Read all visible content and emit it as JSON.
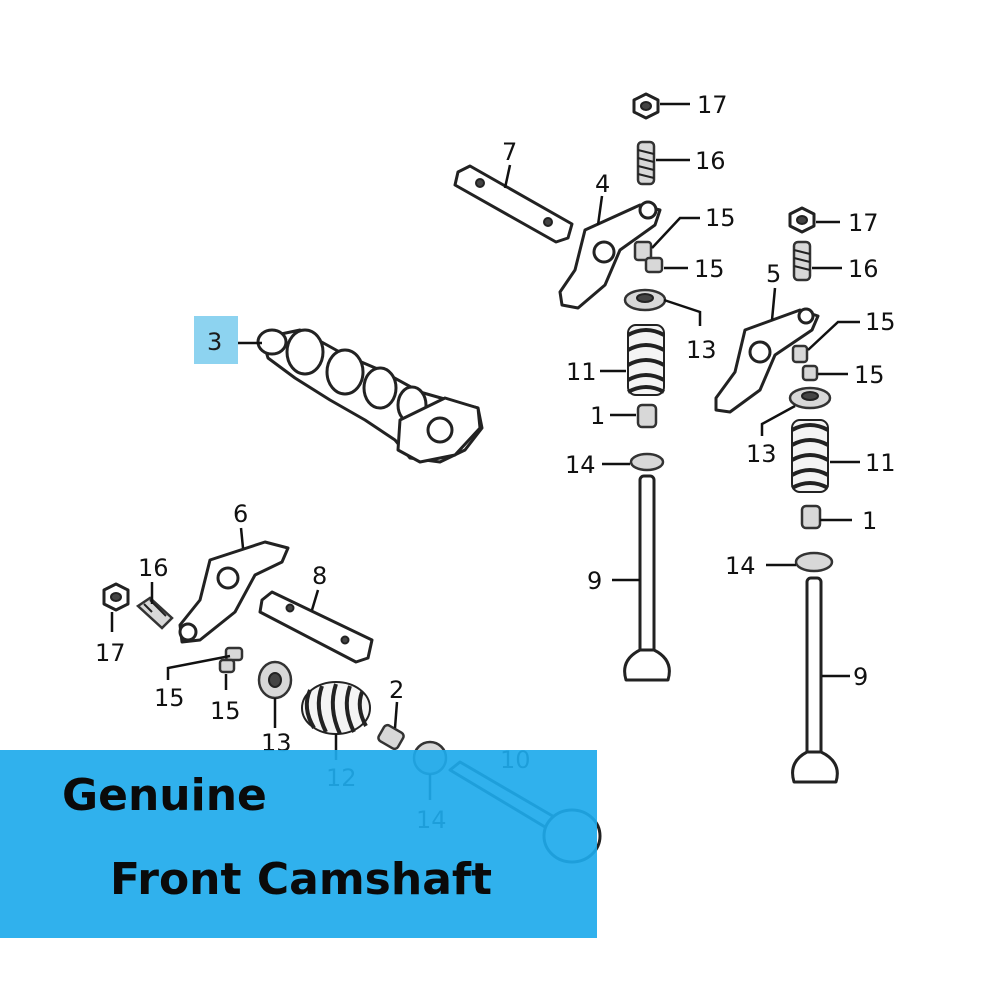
{
  "colors": {
    "banner_bg": "#1eaaeb",
    "highlight_box": "#8dd3f0",
    "line": "#111111"
  },
  "banner": {
    "line1": "Genuine",
    "line2": "Front Camshaft"
  },
  "callouts": {
    "c1a": "1",
    "c1b": "1",
    "c2": "2",
    "c3": "3",
    "c4": "4",
    "c5": "5",
    "c6": "6",
    "c7": "7",
    "c8": "8",
    "c9a": "9",
    "c9b": "9",
    "c10": "10",
    "c11a": "11",
    "c11b": "11",
    "c12": "12",
    "c13a": "13",
    "c13b": "13",
    "c13c": "13",
    "c14a": "14",
    "c14b": "14",
    "c14c": "14",
    "c15a": "15",
    "c15b": "15",
    "c15c": "15",
    "c15d": "15",
    "c15e": "15",
    "c15f": "15",
    "c16a": "16",
    "c16b": "16",
    "c16c": "16",
    "c17a": "17",
    "c17b": "17",
    "c17c": "17"
  },
  "highlighted_part": "3"
}
